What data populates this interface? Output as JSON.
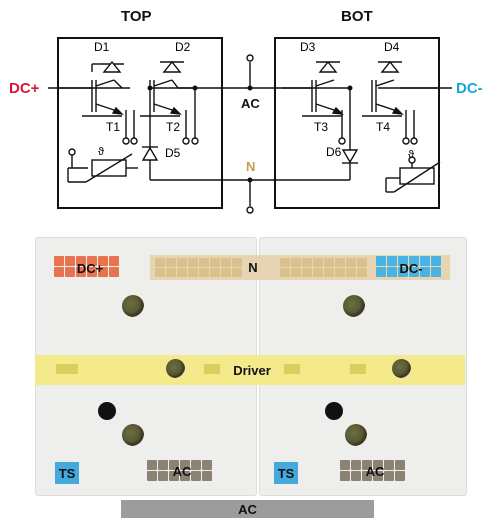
{
  "schematic": {
    "top_label": "TOP",
    "bot_label": "BOT",
    "dc_plus": "DC+",
    "dc_minus": "DC-",
    "ac": "AC",
    "n": "N",
    "diodes": [
      "D1",
      "D2",
      "D3",
      "D4",
      "D5",
      "D6"
    ],
    "transistors": [
      "T1",
      "T2",
      "T3",
      "T4"
    ],
    "colors": {
      "dc_plus": "#d6163a",
      "dc_minus": "#1aa3dd",
      "n": "#c79a4e",
      "line": "#111111"
    }
  },
  "photo": {
    "labels": {
      "dc_plus": "DC+",
      "n": "N",
      "dc_minus": "DC-",
      "driver": "Driver",
      "ts_left": "TS",
      "ac_left": "AC",
      "ts_right": "TS",
      "ac_right": "AC",
      "ac_bottom": "AC"
    },
    "colors": {
      "dc_plus": "#e8734f",
      "n": "#e5cfa8",
      "dc_minus": "#49b3e3",
      "driver": "#f4ea8c",
      "ts": "#44aade",
      "ac_bar": "#9c9c9c",
      "module": "#eeeeec"
    }
  }
}
